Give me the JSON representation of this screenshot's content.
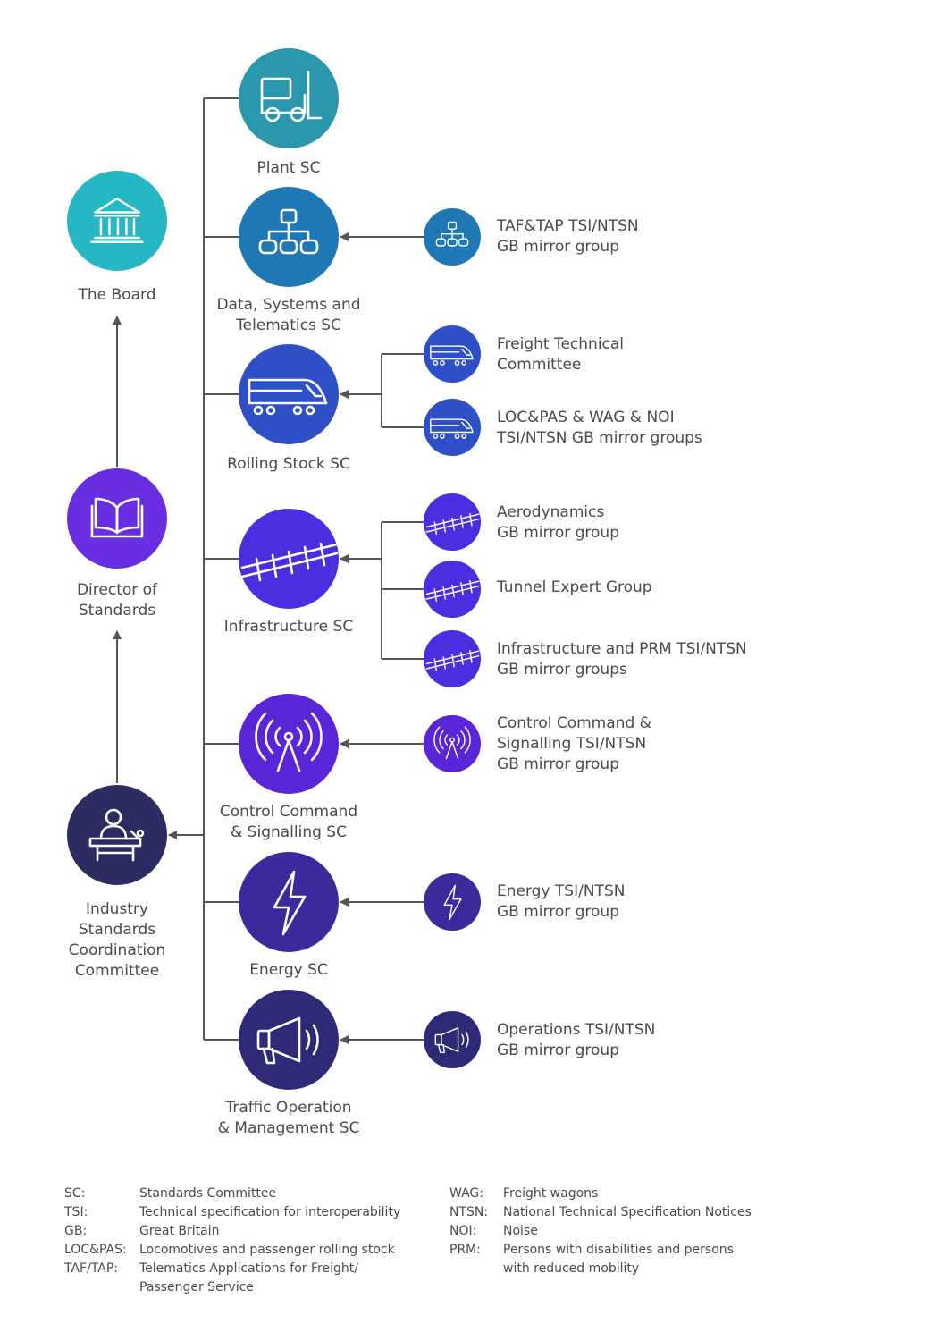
{
  "nodes": {
    "board": {
      "label": "The Board",
      "icon": "building-columns-icon",
      "color": "#25b7c3"
    },
    "director": {
      "label_lines": [
        "Director of",
        "Standards"
      ],
      "icon": "open-book-icon",
      "color": "#6a2ee2"
    },
    "iscc": {
      "label_lines": [
        "Industry",
        "Standards",
        "Coordination",
        "Committee"
      ],
      "icon": "speaker-podium-icon",
      "color": "#2c2b62"
    }
  },
  "committees": [
    {
      "id": "plant",
      "label_lines": [
        "Plant SC"
      ],
      "icon": "forklift-icon",
      "color": "#2a97ad"
    },
    {
      "id": "data",
      "label_lines": [
        "Data, Systems and",
        "Telematics SC"
      ],
      "icon": "hierarchy-icon",
      "color": "#1f78b6"
    },
    {
      "id": "rolling",
      "label_lines": [
        "Rolling Stock SC"
      ],
      "icon": "train-icon",
      "color": "#2f4fc6"
    },
    {
      "id": "infra",
      "label_lines": [
        "Infrastructure SC"
      ],
      "icon": "railway-track-icon",
      "color": "#4a2fe0"
    },
    {
      "id": "ccs",
      "label_lines": [
        "Control Command",
        "& Signalling SC"
      ],
      "icon": "signal-tower-icon",
      "color": "#5a25d6"
    },
    {
      "id": "energy",
      "label_lines": [
        "Energy SC"
      ],
      "icon": "lightning-icon",
      "color": "#3b2a9b"
    },
    {
      "id": "traffic",
      "label_lines": [
        "Traffic Operation",
        "& Management SC"
      ],
      "icon": "megaphone-icon",
      "color": "#2e2a77"
    }
  ],
  "groups": [
    {
      "committee": "data",
      "label_lines": [
        "TAF&TAP TSI/NTSN",
        "GB mirror group"
      ],
      "icon": "hierarchy-icon",
      "color": "#1f78b6"
    },
    {
      "committee": "rolling",
      "label_lines": [
        "Freight Technical",
        "Committee"
      ],
      "icon": "train-icon",
      "color": "#2f4fc6"
    },
    {
      "committee": "rolling",
      "label_lines": [
        "LOC&PAS & WAG & NOI",
        "TSI/NTSN GB mirror groups"
      ],
      "icon": "train-icon",
      "color": "#2f4fc6"
    },
    {
      "committee": "infra",
      "label_lines": [
        "Aerodynamics",
        "GB mirror group"
      ],
      "icon": "railway-track-icon",
      "color": "#4a2fe0"
    },
    {
      "committee": "infra",
      "label_lines": [
        "Tunnel Expert Group"
      ],
      "icon": "railway-track-icon",
      "color": "#4a2fe0"
    },
    {
      "committee": "infra",
      "label_lines": [
        "Infrastructure and PRM TSI/NTSN",
        "GB mirror groups"
      ],
      "icon": "railway-track-icon",
      "color": "#4a2fe0"
    },
    {
      "committee": "ccs",
      "label_lines": [
        "Control Command &",
        "Signalling TSI/NTSN",
        "GB mirror group"
      ],
      "icon": "signal-tower-icon",
      "color": "#5a25d6"
    },
    {
      "committee": "energy",
      "label_lines": [
        "Energy TSI/NTSN",
        "GB mirror group"
      ],
      "icon": "lightning-icon",
      "color": "#3b2a9b"
    },
    {
      "committee": "traffic",
      "label_lines": [
        "Operations TSI/NTSN",
        "GB mirror group"
      ],
      "icon": "megaphone-icon",
      "color": "#2e2a77"
    }
  ],
  "legend_left": [
    {
      "abbr": "SC:",
      "lines": [
        "Standards Committee"
      ]
    },
    {
      "abbr": "TSI:",
      "lines": [
        "Technical specification for interoperability"
      ]
    },
    {
      "abbr": "GB:",
      "lines": [
        "Great Britain"
      ]
    },
    {
      "abbr": "LOC&PAS:",
      "lines": [
        "Locomotives and passenger rolling stock"
      ]
    },
    {
      "abbr": "TAF/TAP:",
      "lines": [
        "Telematics Applications for Freight/",
        "Passenger Service"
      ]
    }
  ],
  "legend_right": [
    {
      "abbr": "WAG:",
      "lines": [
        "Freight wagons"
      ]
    },
    {
      "abbr": "NTSN:",
      "lines": [
        "National Technical Specification Notices"
      ]
    },
    {
      "abbr": "NOI:",
      "lines": [
        "Noise"
      ]
    },
    {
      "abbr": "PRM:",
      "lines": [
        "Persons with disabilities and persons",
        "with reduced mobility"
      ]
    }
  ],
  "connector_color": "#555555"
}
